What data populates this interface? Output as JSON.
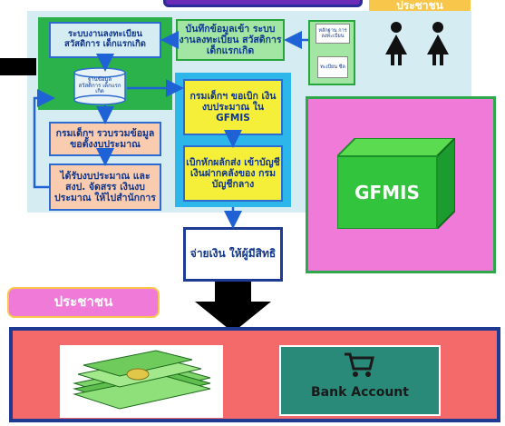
{
  "top_banner_label": "ประชาชน",
  "registration_box": "ระบบงานลงทะเบียน สวัสดิการ เด็กแรกเกิด",
  "database_label": "ฐานข้อมูล สวัสดิการ เด็กแรกเกิด",
  "record_box": "บันทึกข้อมูลเข้า ระบบงานลงทะเบียน สวัสดิการเด็กแรกเกิด",
  "doc_box": {
    "top": "หลักฐาน การลงทะเบียน",
    "bottom": "ทะเบียน ซีล"
  },
  "collect_box": "กรมเด็กฯ รวบรวมข้อมูล ขอตั้งงบประมาณ",
  "budget_box": "ได้รับงบประมาณ และ สงป. จัดสรร เงินงบประมาณ ให้ไปสำนักการ",
  "request_box": "กรมเด็กฯ ขอเบิก เงินงบประมาณ ใน GFMIS",
  "transfer_box": "เบิกหักผลักส่ง เข้าบัญชี เงินฝากคลังของ กรมบัญชีกลาง",
  "gfmis_label": "GFMIS",
  "pay_box": "จ่ายเงิน ให้ผู้มีสิทธิ",
  "people_label": "ประชาชน",
  "bank_label": "Bank Account",
  "colors": {
    "panel": "#d6ecf3",
    "green": "#2cb24a",
    "pink": "#ef7ad8",
    "red": "#f46a6a",
    "navy": "#1f3a93"
  }
}
